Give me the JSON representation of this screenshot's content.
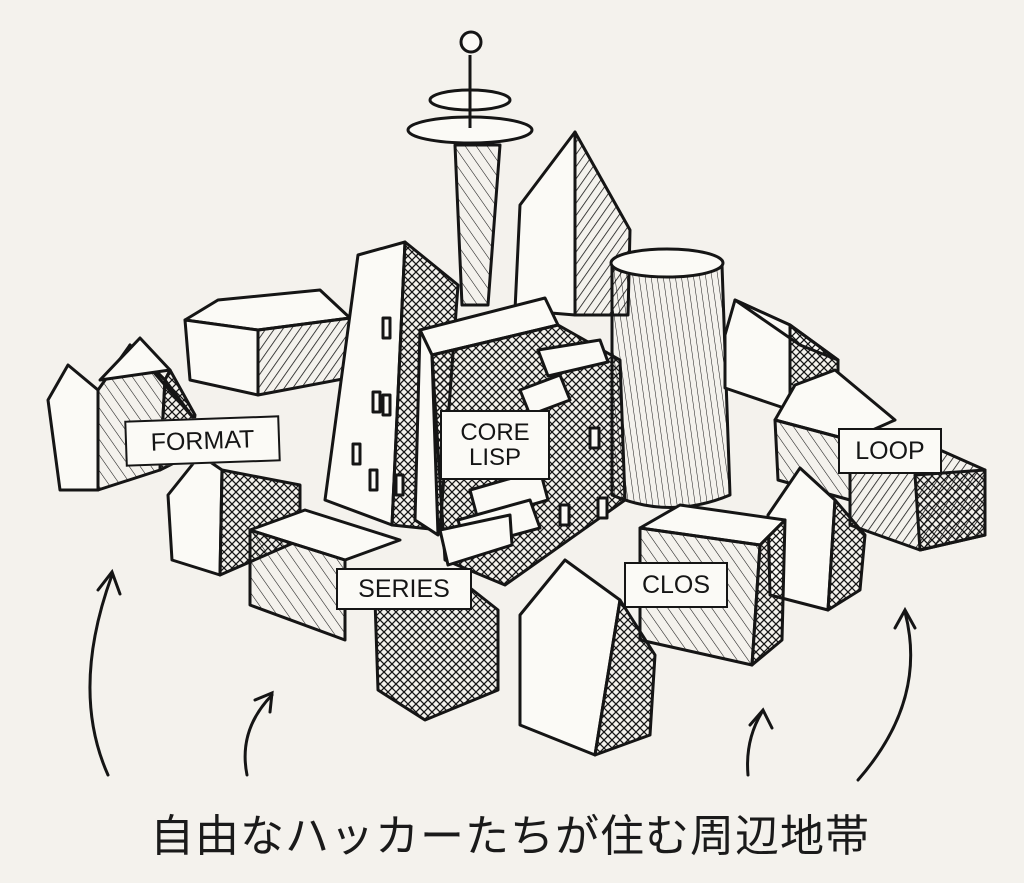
{
  "labels": {
    "format": "FORMAT",
    "core_lisp": "CORE\nLISP",
    "series": "SERIES",
    "clos": "CLOS",
    "loop": "LOOP"
  },
  "caption": "自由なハッカーたちが住む周辺地帯",
  "colors": {
    "paper": "#f4f2ed",
    "ink": "#151515"
  }
}
